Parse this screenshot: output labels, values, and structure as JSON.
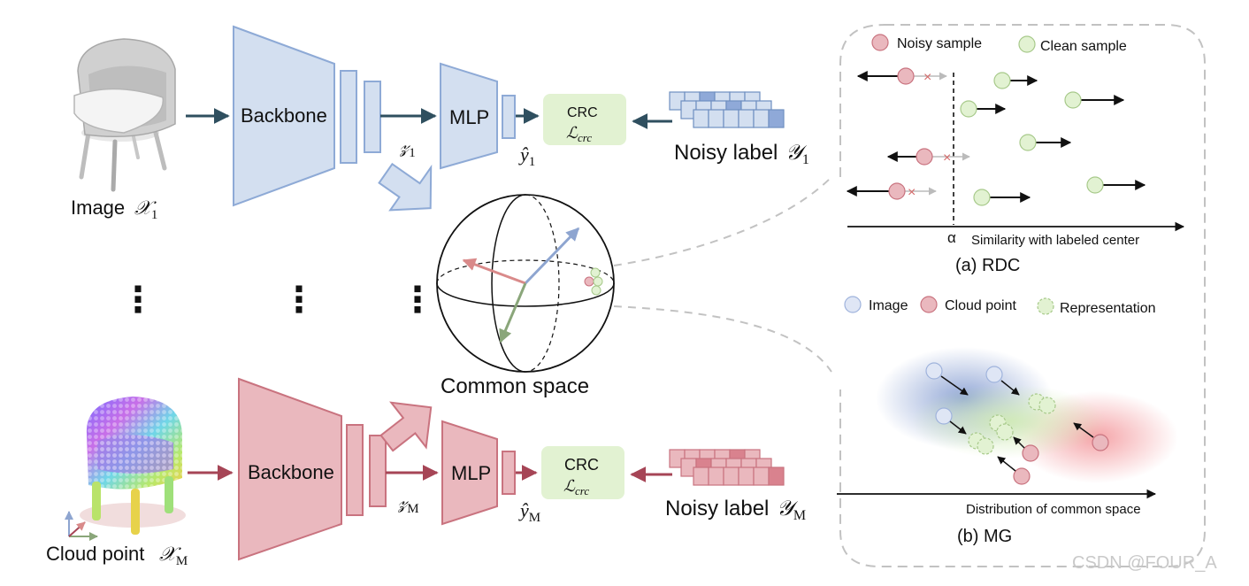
{
  "top_branch": {
    "input_label": "Image",
    "input_symbol": "𝒳",
    "input_sub": "1",
    "backbone_label": "Backbone",
    "mlp_label": "MLP",
    "feature_symbol": "𝓏",
    "feature_sub": "1",
    "pred_symbol": "ŷ",
    "pred_sub": "1",
    "loss_title": "CRC",
    "loss_symbol": "ℒ",
    "loss_sub": "crc",
    "noisy_label_text": "Noisy label",
    "noisy_symbol": "𝒴",
    "noisy_sub": "1"
  },
  "bottom_branch": {
    "input_label": "Cloud point",
    "input_symbol": "𝒳",
    "input_sub": "M",
    "backbone_label": "Backbone",
    "mlp_label": "MLP",
    "feature_symbol": "𝓏",
    "feature_sub": "M",
    "pred_symbol": "ŷ",
    "pred_sub": "M",
    "loss_title": "CRC",
    "loss_symbol": "ℒ",
    "loss_sub": "crc",
    "noisy_label_text": "Noisy label",
    "noisy_symbol": "𝒴",
    "noisy_sub": "M"
  },
  "ellipsis": "⋮",
  "common_space_label": "Common space",
  "rdc": {
    "legend_noisy": "Noisy sample",
    "legend_clean": "Clean sample",
    "threshold_symbol": "α",
    "axis_label": "Similarity with labeled center",
    "caption": "(a) RDC"
  },
  "mg": {
    "legend_image": "Image",
    "legend_cloud": "Cloud point",
    "legend_repr": "Representation",
    "axis_label": "Distribution of common space",
    "caption": "(b) MG"
  },
  "watermark": "CSDN @FOUR_A",
  "colors": {
    "blue_fill": "#d3dff0",
    "blue_stroke": "#8eaad6",
    "red_fill": "#eab8be",
    "red_stroke": "#c9737f",
    "green_fill": "#e2f2d2",
    "green_stroke": "#a7c98a",
    "dark_arrow": "#2f4f5f",
    "red_arrow": "#a64556"
  }
}
